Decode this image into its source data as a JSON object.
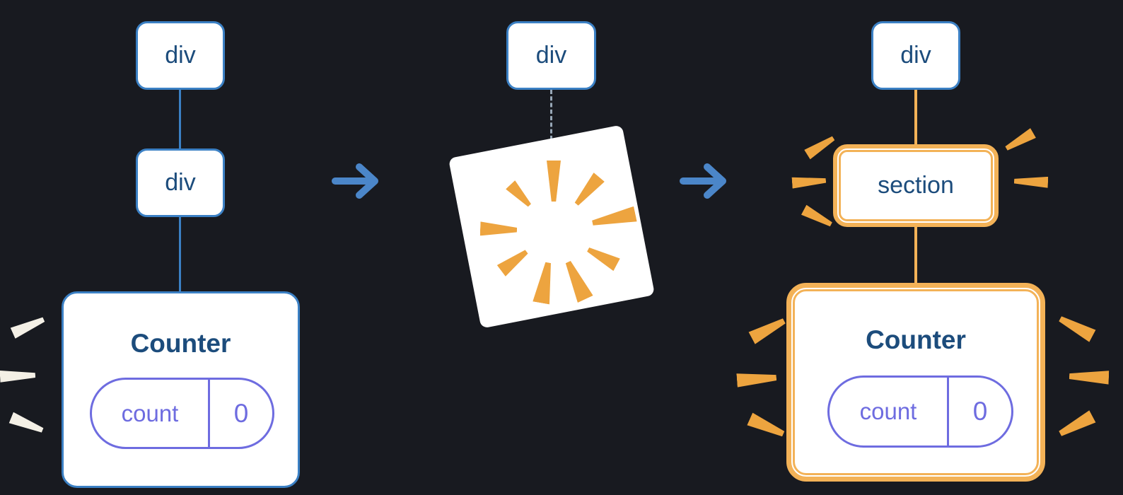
{
  "colors": {
    "canvas_background": "#181a20",
    "node_border": "#3b80c4",
    "node_text": "#1c4c7c",
    "connector_blue": "#3b80c4",
    "connector_dashed": "#97a7b6",
    "arrow_blue": "#4b86c9",
    "highlight_orange": "#f3b257",
    "spark_orange": "#eda43f",
    "spark_white": "#f4f0e6",
    "state_purple": "#6e6ce0",
    "box_white": "#ffffff"
  },
  "panels": {
    "before": {
      "nodes": [
        {
          "label": "div"
        },
        {
          "label": "div"
        }
      ],
      "component": {
        "title": "Counter",
        "state": {
          "key": "count",
          "value": "0"
        }
      }
    },
    "transition": {
      "node": {
        "label": "div"
      }
    },
    "after": {
      "node": {
        "label": "div"
      },
      "new_node": {
        "label": "section"
      },
      "component": {
        "title": "Counter",
        "state": {
          "key": "count",
          "value": "0"
        }
      }
    }
  }
}
